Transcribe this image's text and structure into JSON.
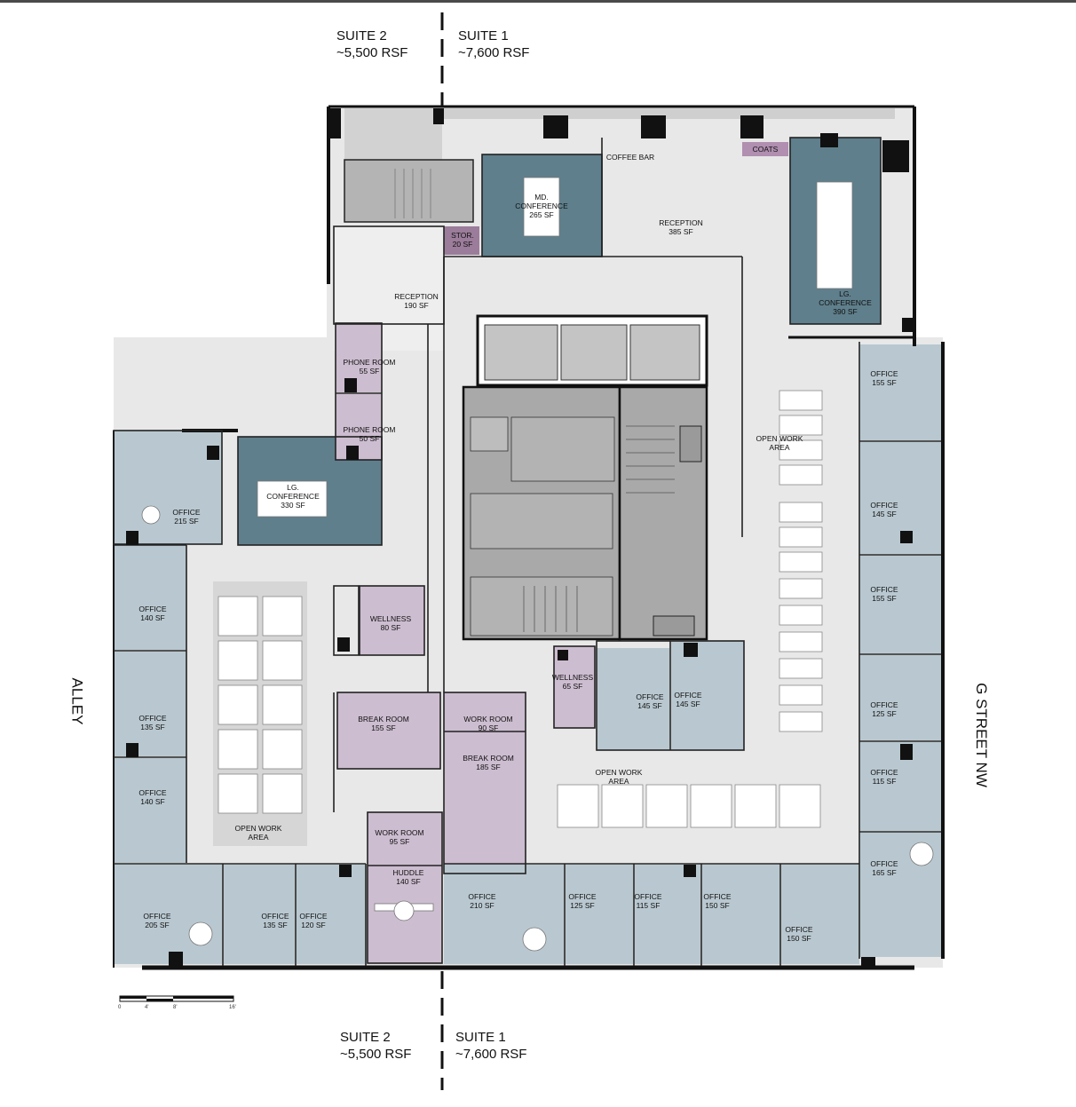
{
  "suites": {
    "top_left": {
      "name": "SUITE 2",
      "area": "~5,500 RSF"
    },
    "top_right": {
      "name": "SUITE 1",
      "area": "~7,600 RSF"
    },
    "bottom_left": {
      "name": "SUITE 2",
      "area": "~5,500 RSF"
    },
    "bottom_right": {
      "name": "SUITE 1",
      "area": "~7,600 RSF"
    }
  },
  "streets": {
    "left": "ALLEY",
    "right": "G STREET NW"
  },
  "scale_bar": {
    "ticks": [
      "0",
      "4'",
      "8'",
      "16'"
    ]
  },
  "colors": {
    "office": "#b9c8d0",
    "conference": "#5f7f8c",
    "amenity": "#cdbdd0",
    "storage": "#9b7c9a",
    "corridor": "#e8e8e8",
    "core": "#a9a9a9",
    "wall": "#111111"
  },
  "rooms": [
    {
      "id": "md-conference",
      "lines": [
        "MD.",
        "CONFERENCE",
        "265 SF"
      ]
    },
    {
      "id": "coffee-bar",
      "lines": [
        "COFFEE BAR"
      ]
    },
    {
      "id": "reception-385",
      "lines": [
        "RECEPTION",
        "385 SF"
      ]
    },
    {
      "id": "coats",
      "lines": [
        "COATS"
      ]
    },
    {
      "id": "lg-conference-390",
      "lines": [
        "LG.",
        "CONFERENCE",
        "390 SF"
      ]
    },
    {
      "id": "stor",
      "lines": [
        "STOR.",
        "20 SF"
      ]
    },
    {
      "id": "reception-190",
      "lines": [
        "RECEPTION",
        "190 SF"
      ]
    },
    {
      "id": "phone-room-55",
      "lines": [
        "PHONE ROOM",
        "55 SF"
      ]
    },
    {
      "id": "phone-room-50",
      "lines": [
        "PHONE ROOM",
        "50 SF"
      ]
    },
    {
      "id": "lg-conference-330",
      "lines": [
        "LG.",
        "CONFERENCE",
        "330 SF"
      ]
    },
    {
      "id": "office-215",
      "lines": [
        "OFFICE",
        "215 SF"
      ]
    },
    {
      "id": "office-140-a",
      "lines": [
        "OFFICE",
        "140 SF"
      ]
    },
    {
      "id": "office-135-a",
      "lines": [
        "OFFICE",
        "135 SF"
      ]
    },
    {
      "id": "office-140-b",
      "lines": [
        "OFFICE",
        "140 SF"
      ]
    },
    {
      "id": "office-205",
      "lines": [
        "OFFICE",
        "205 SF"
      ]
    },
    {
      "id": "office-135-b",
      "lines": [
        "OFFICE",
        "135 SF"
      ]
    },
    {
      "id": "office-120",
      "lines": [
        "OFFICE",
        "120 SF"
      ]
    },
    {
      "id": "open-work-area-left",
      "lines": [
        "OPEN WORK",
        "AREA"
      ]
    },
    {
      "id": "wellness-80",
      "lines": [
        "WELLNESS",
        "80 SF"
      ]
    },
    {
      "id": "break-room-155",
      "lines": [
        "BREAK ROOM",
        "155 SF"
      ]
    },
    {
      "id": "work-room-90",
      "lines": [
        "WORK ROOM",
        "90 SF"
      ]
    },
    {
      "id": "break-room-185",
      "lines": [
        "BREAK ROOM",
        "185 SF"
      ]
    },
    {
      "id": "work-room-95",
      "lines": [
        "WORK ROOM",
        "95 SF"
      ]
    },
    {
      "id": "huddle-140",
      "lines": [
        "HUDDLE",
        "140 SF"
      ]
    },
    {
      "id": "office-210",
      "lines": [
        "OFFICE",
        "210 SF"
      ]
    },
    {
      "id": "office-125-a",
      "lines": [
        "OFFICE",
        "125 SF"
      ]
    },
    {
      "id": "office-115-a",
      "lines": [
        "OFFICE",
        "115 SF"
      ]
    },
    {
      "id": "office-150-a",
      "lines": [
        "OFFICE",
        "150 SF"
      ]
    },
    {
      "id": "office-150-b",
      "lines": [
        "OFFICE",
        "150 SF"
      ]
    },
    {
      "id": "wellness-65",
      "lines": [
        "WELLNESS",
        "65 SF"
      ]
    },
    {
      "id": "office-145-a",
      "lines": [
        "OFFICE",
        "145 SF"
      ]
    },
    {
      "id": "office-145-b",
      "lines": [
        "OFFICE",
        "145 SF"
      ]
    },
    {
      "id": "open-work-area-bottom",
      "lines": [
        "OPEN WORK",
        "AREA"
      ]
    },
    {
      "id": "open-work-area-right",
      "lines": [
        "OPEN WORK",
        "AREA"
      ]
    },
    {
      "id": "office-155-a",
      "lines": [
        "OFFICE",
        "155 SF"
      ]
    },
    {
      "id": "office-145-c",
      "lines": [
        "OFFICE",
        "145 SF"
      ]
    },
    {
      "id": "office-155-b",
      "lines": [
        "OFFICE",
        "155 SF"
      ]
    },
    {
      "id": "office-125-b",
      "lines": [
        "OFFICE",
        "125 SF"
      ]
    },
    {
      "id": "office-115-b",
      "lines": [
        "OFFICE",
        "115 SF"
      ]
    },
    {
      "id": "office-165",
      "lines": [
        "OFFICE",
        "165 SF"
      ]
    }
  ]
}
